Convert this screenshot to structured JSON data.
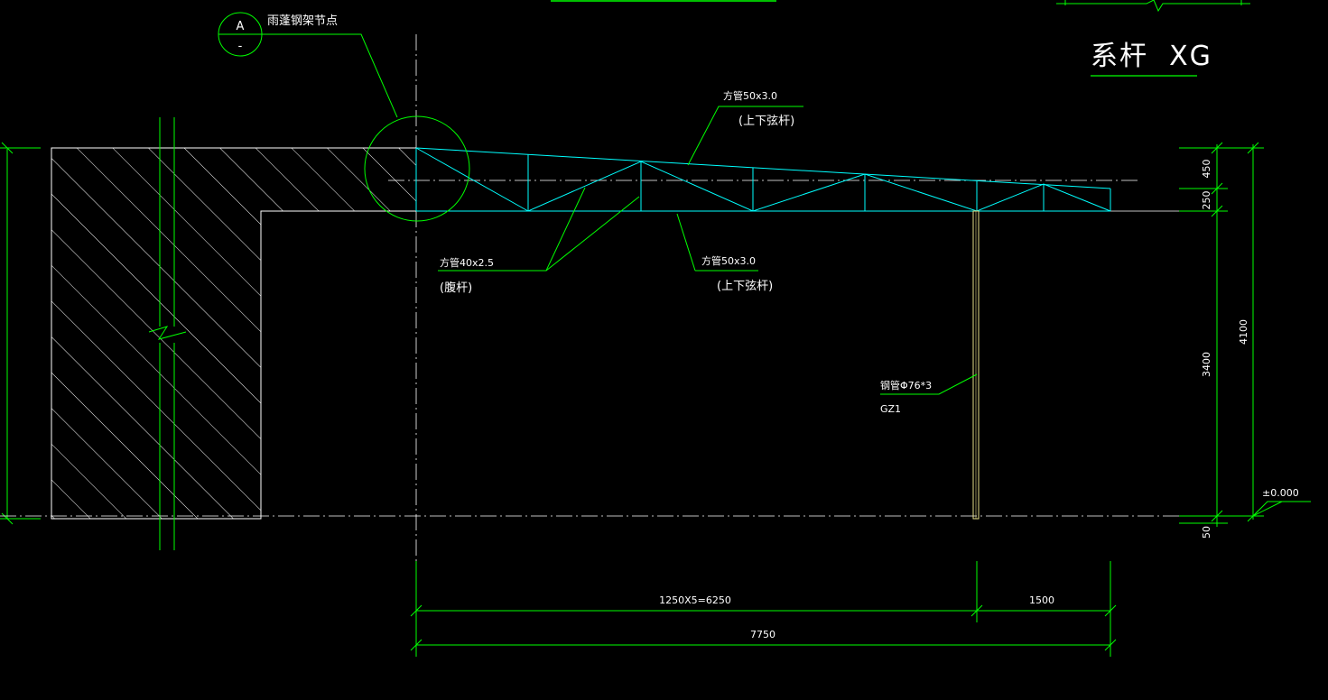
{
  "drawing": {
    "title": "系杆  XG",
    "detail_ref": {
      "top": "A",
      "bottom": "-",
      "label": "雨蓬钢架节点"
    },
    "callouts": {
      "top_chord": {
        "size": "方管50x3.0",
        "role": "(上下弦杆)"
      },
      "web": {
        "size": "方管40x2.5",
        "role": "(腹杆)"
      },
      "bottom_chord": {
        "size": "方管50x3.0",
        "role": "(上下弦杆)"
      },
      "column": {
        "size": "钢管Φ76*3",
        "mark": "GZ1"
      }
    },
    "dimensions": {
      "horizontal_bay": "1250X5=6250",
      "horizontal_overhang": "1500",
      "horizontal_total": "7750",
      "vertical_450": "450",
      "vertical_250": "250",
      "vertical_3400": "3400",
      "vertical_4100": "4100",
      "vertical_50": "50"
    },
    "elevation": "±0.000",
    "colors": {
      "background": "#000000",
      "structure": "#00ff00",
      "truss": "#00ffff",
      "wall": "#ffffff",
      "column": "#e6e08a",
      "text": "#ffffff"
    }
  }
}
